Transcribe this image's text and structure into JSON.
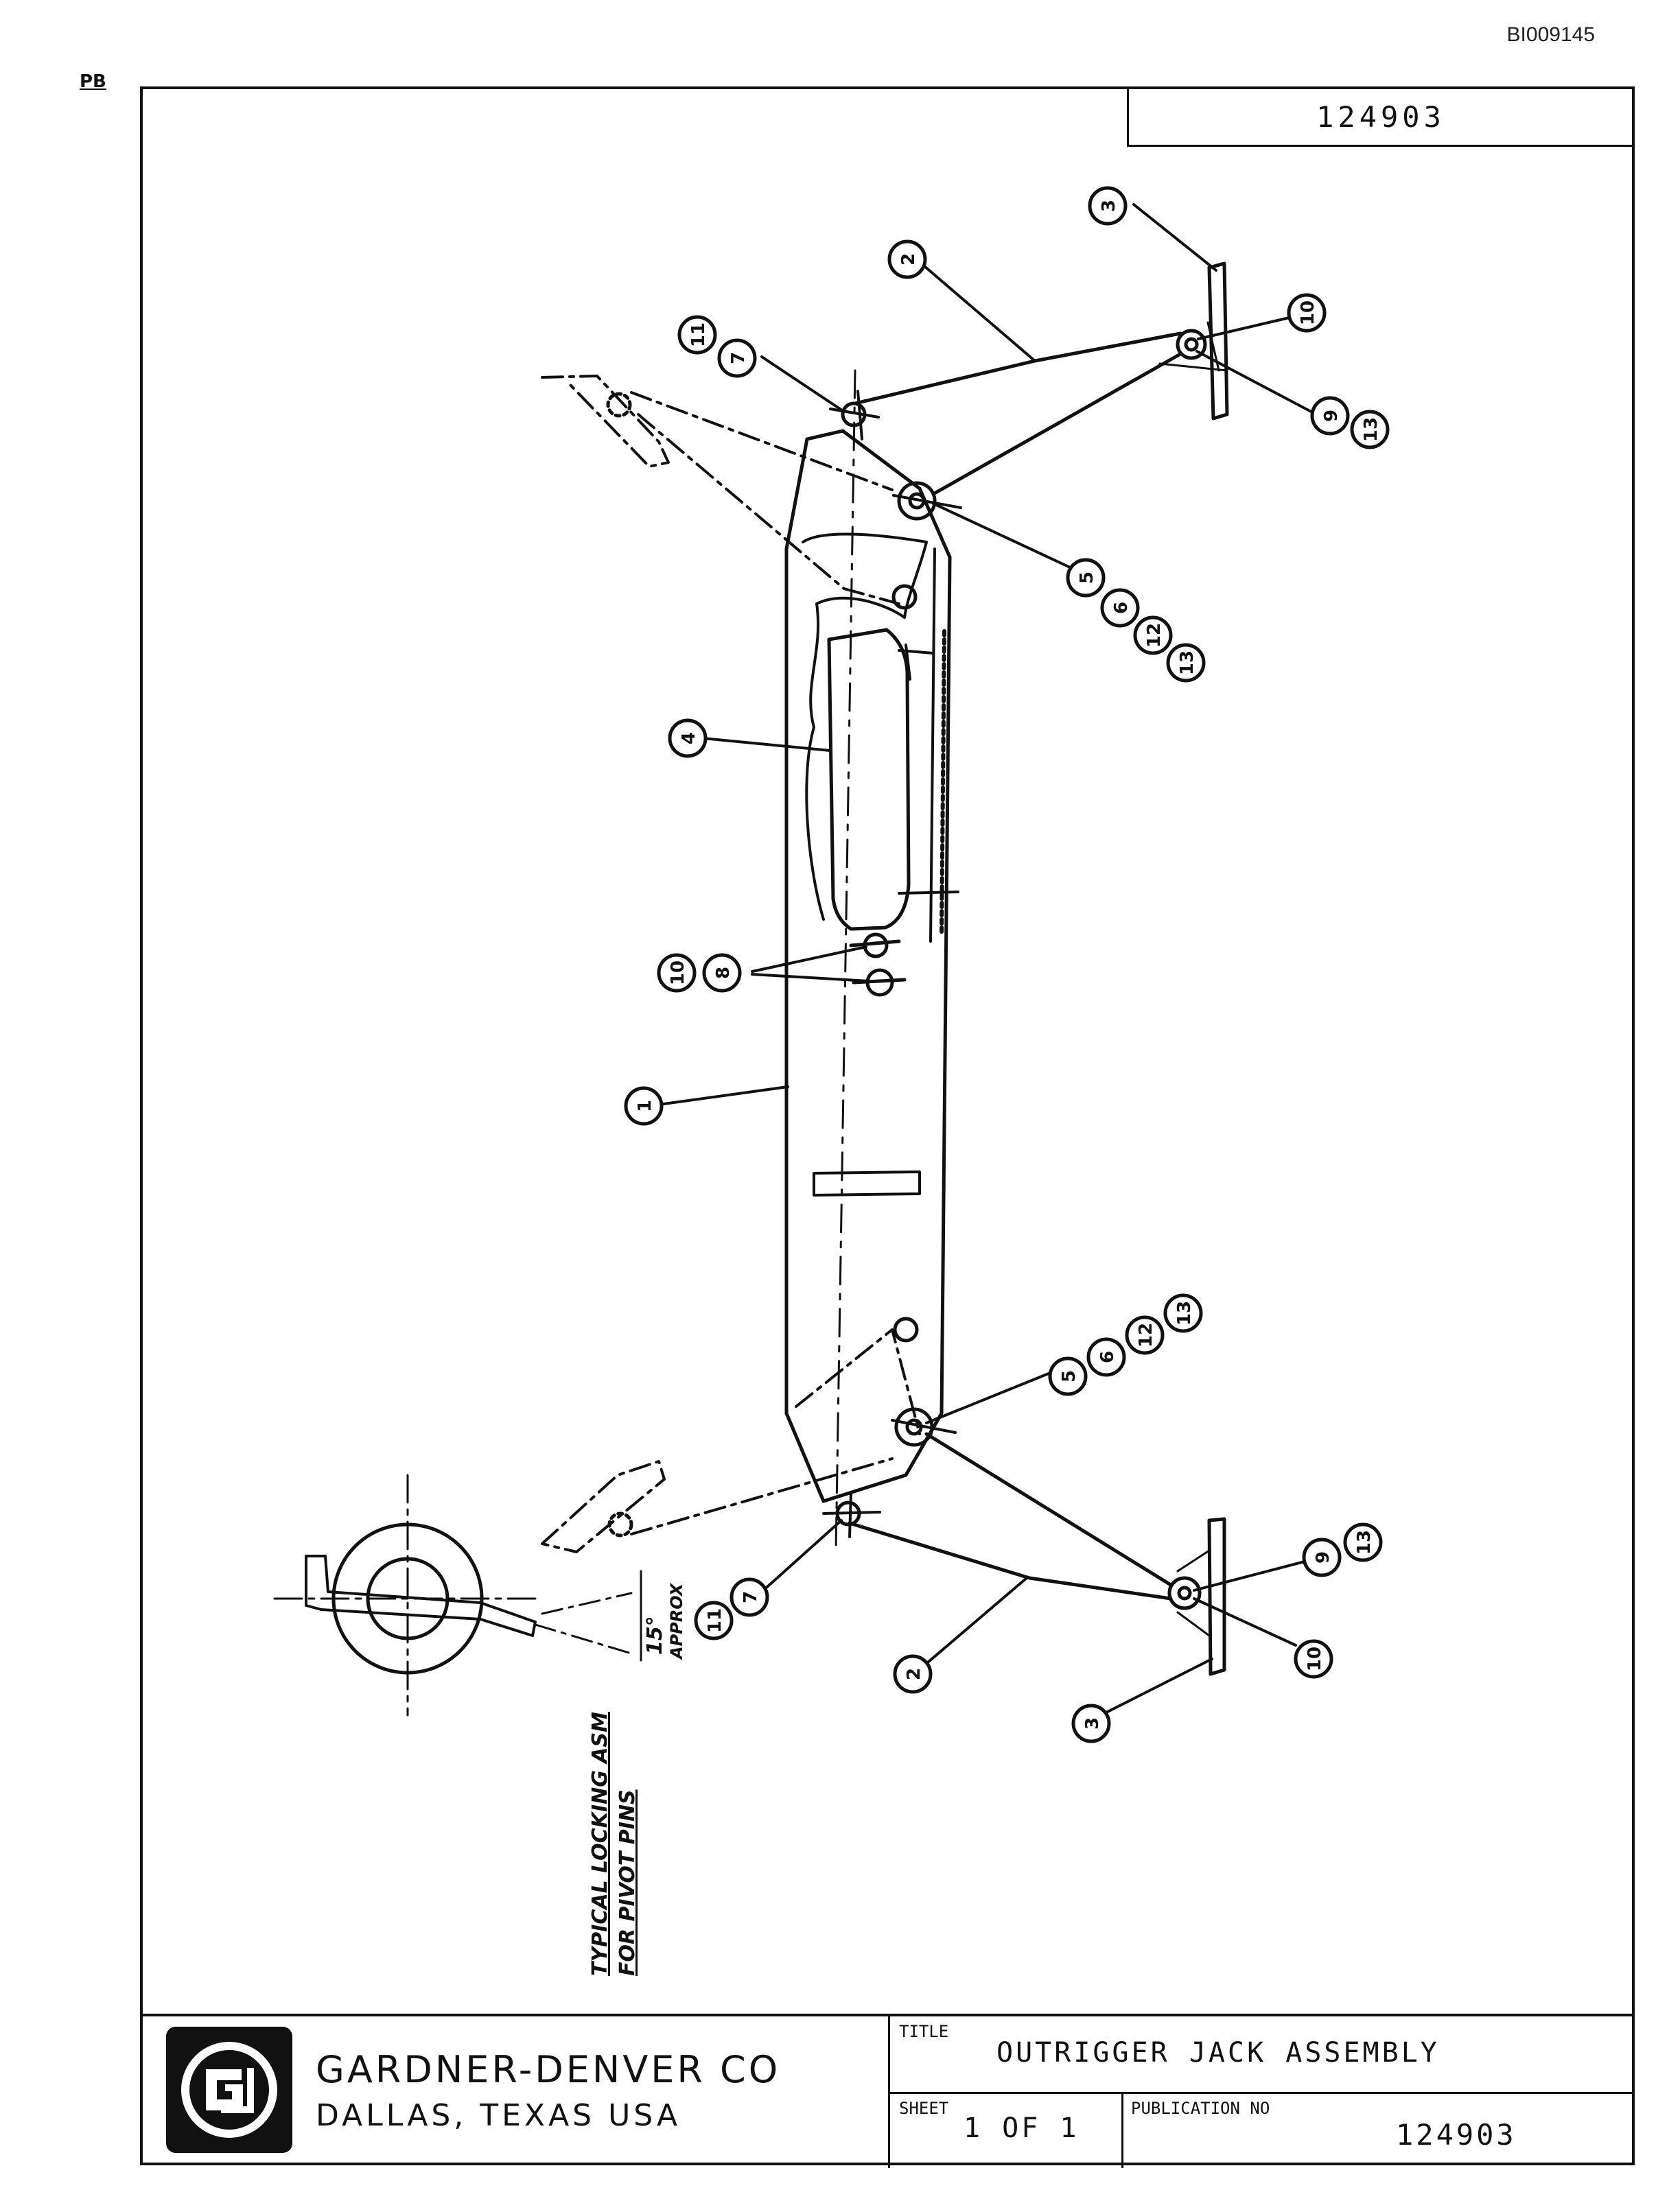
{
  "document_id": "BI009145",
  "page_mark": "PB",
  "drawing_number": "124903",
  "callouts": [
    "1",
    "2",
    "3",
    "4",
    "5",
    "6",
    "7",
    "8",
    "9",
    "10",
    "11",
    "12",
    "13"
  ],
  "note_locking": [
    "TYPICAL LOCKING ASM",
    "FOR PIVOT PINS"
  ],
  "note_angle": [
    "15°",
    "APPROX"
  ],
  "title_block": {
    "company": "GARDNER-DENVER CO",
    "location": "DALLAS, TEXAS USA",
    "title_label": "TITLE",
    "title": "OUTRIGGER JACK ASSEMBLY",
    "sheet_label": "SHEET",
    "sheet": "1 OF 1",
    "publication_label": "PUBLICATION  NO",
    "publication_no": "124903",
    "logo_icon": "gardner-denver-logo"
  }
}
